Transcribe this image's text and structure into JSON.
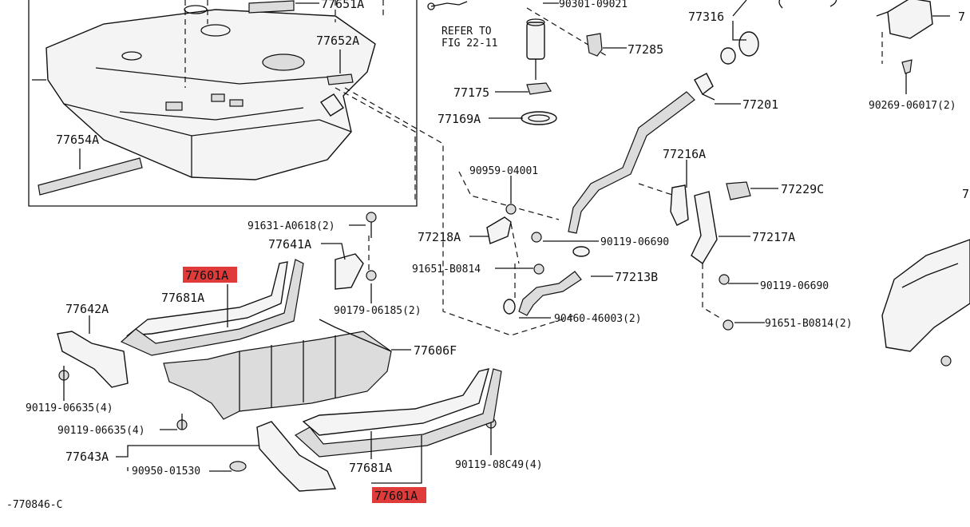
{
  "diagram_id": "-770846-C",
  "refer_note": [
    "REFER TO",
    "FIG 22-11"
  ],
  "highlight_color": "#e03b3b",
  "labels": {
    "p77651A": "77651A",
    "p77652A": "77652A",
    "p77654A": "77654A",
    "p90301": "90301-09021",
    "p77316": "77316",
    "p90269": "90269-06017(2)",
    "p77285": "77285",
    "p77175": "77175",
    "p77169A": "77169A",
    "p77201": "77201",
    "p90959": "90959-04001",
    "p77216A": "77216A",
    "p77229C": "77229C",
    "p91631": "91631-A0618(2)",
    "p77641A": "77641A",
    "p77218A": "77218A",
    "p90119_06690_a": "90119-06690",
    "p77217A": "77217A",
    "p91651_a": "91651-B0814",
    "p77213B": "77213B",
    "p90119_06690_b": "90119-06690",
    "p77601A_top": "77601A",
    "p77681A_top": "77681A",
    "p90179": "90179-06185(2)",
    "p77642A": "77642A",
    "p90460": "90460-46003(2)",
    "p91651_b": "91651-B0814(2)",
    "p77606F": "77606F",
    "p90119_06635_a": "90119-06635(4)",
    "p90119_06635_b": "90119-06635(4)",
    "p77643A": "77643A",
    "p90950": "90950-01530",
    "p77681A_bot": "77681A",
    "p90119_08C49": "90119-08C49(4)",
    "p77601A_bot": "77601A",
    "right_edge_a": "7",
    "right_edge_b": "7"
  }
}
